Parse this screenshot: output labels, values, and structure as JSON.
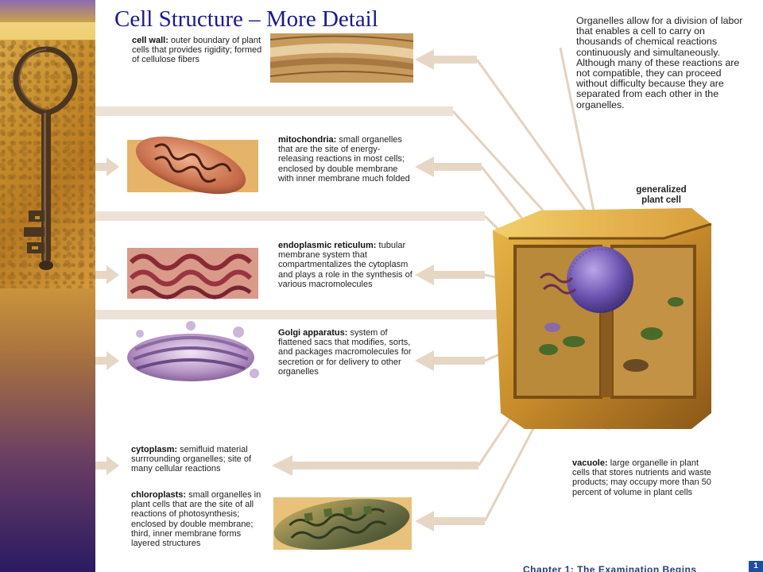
{
  "slide": {
    "title": "Cell Structure – More Detail"
  },
  "intro_text": "Organelles allow for a division of labor that enables a cell to carry on thousands of chemical reactions continuously and simultaneously. Although many of these reactions are not compatible, they can proceed without difficulty because they are separated from each other in the organelles.",
  "cell_label": {
    "line1": "generalized",
    "line2": "plant cell"
  },
  "labels": {
    "cell_wall": {
      "term": "cell wall:",
      "desc": "outer boundary of plant cells that provides rigidity; formed of cellulose fibers"
    },
    "mitochondria": {
      "term": "mitochondria:",
      "desc": "small organelles that are the site of energy-releasing reactions in most cells; enclosed by double membrane with inner membrane much folded"
    },
    "er": {
      "term": "endoplasmic reticulum:",
      "desc": "tubular membrane system that compartmentalizes the cytoplasm and plays a role in the synthesis of various macromolecules"
    },
    "golgi": {
      "term": "Golgi apparatus:",
      "desc": "system of flattened sacs that modifies, sorts, and packages macromolecules for secretion or for delivery to other organelles"
    },
    "cytoplasm": {
      "term": "cytoplasm:",
      "desc": "semifluid material surrrounding organelles; site of many cellular reactions"
    },
    "chloroplasts": {
      "term": "chloroplasts:",
      "desc": "small organelles in plant cells that are the site of all reactions of photosynthesis; enclosed by double membrane; third, inner membrane forms layered structures"
    },
    "vacuole": {
      "term": "vacuole:",
      "desc": "large organelle in plant cells that stores nutrients and waste products; may occupy more than 50 percent of volume in plant cells"
    }
  },
  "footer": {
    "chapter": "Chapter 1: The Examination Begins",
    "page_badge": "1"
  },
  "colors": {
    "title": "#1a1a8c",
    "arrow": "#e8d9c8",
    "arrow_head": "#d7c2ad",
    "footer": "#1d3d86"
  }
}
